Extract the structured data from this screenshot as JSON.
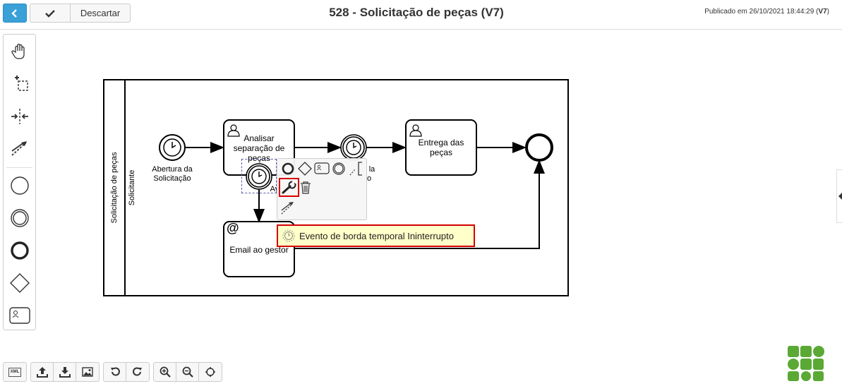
{
  "header": {
    "back_label": "<",
    "discard_label": "Descartar",
    "title": "528 - Solicitação de peças (V7)",
    "published_prefix": "Publicado em 26/10/2021 18:44:29 (",
    "published_version": "V7",
    "published_suffix": ")"
  },
  "palette": {
    "tools": [
      "hand-tool",
      "lasso-tool",
      "space-tool",
      "connect-tool",
      "start-event",
      "intermediate-event",
      "end-event",
      "gateway",
      "task"
    ]
  },
  "diagram": {
    "pool_label": "Solicitação de peças",
    "lane_label": "Solicitante",
    "start_event_label": "Abertura da Solicitação",
    "task_analyze_label": "Analisar separação de peças",
    "task_delivery_label": "Entrega das peças",
    "task_email_label": "Email ao gestor",
    "email_marker": "@",
    "hidden_label_fragment_1": "la",
    "hidden_label_fragment_2": "o",
    "boundary_label_fragment": "Av"
  },
  "tooltip": {
    "text": "Evento de borda temporal Ininterrupto"
  },
  "bottom_toolbar": {
    "xml_label": "XML"
  },
  "colors": {
    "accent": "#3aa0d8",
    "highlight_border": "#d60000",
    "tooltip_bg": "#ffffc9",
    "logo_green": "#5aa935"
  }
}
